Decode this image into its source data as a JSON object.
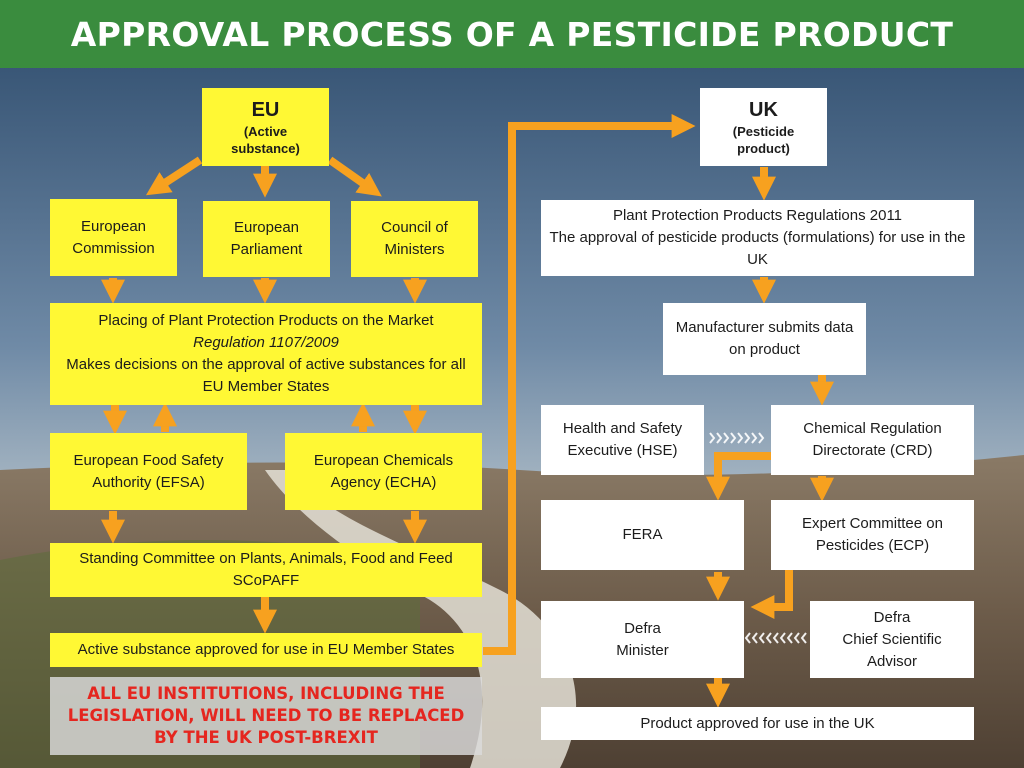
{
  "title": "APPROVAL PROCESS OF A PESTICIDE PRODUCT",
  "eu": {
    "top": {
      "title": "EU",
      "subtitle": "(Active substance)"
    },
    "commission": "European Commission",
    "parliament": "European Parliament",
    "council": "Council of Ministers",
    "regulation": {
      "line1": "Placing of Plant Protection Products on the Market",
      "line2": "Regulation 1107/2009",
      "line3": "Makes decisions on the approval of active substances for all EU Member States"
    },
    "efsa": "European Food Safety Authority (EFSA)",
    "echa": "European Chemicals Agency (ECHA)",
    "scopaff": {
      "line1": "Standing Committee on Plants, Animals, Food and Feed",
      "line2": "SCoPAFF"
    },
    "approved": "Active substance approved for use in EU Member States",
    "warning": "ALL EU INSTITUTIONS, INCLUDING THE LEGISLATION, WILL NEED TO BE REPLACED BY THE UK POST-BREXIT"
  },
  "uk": {
    "top": {
      "title": "UK",
      "subtitle": "(Pesticide product)"
    },
    "regs": {
      "line1": "Plant Protection Products Regulations 2011",
      "line2": "The approval of pesticide products (formulations) for use in the UK"
    },
    "manufacturer": "Manufacturer submits data on product",
    "hse": "Health and Safety Executive (HSE)",
    "crd": "Chemical Regulation Directorate (CRD)",
    "fera": "FERA",
    "ecp": "Expert Committee on Pesticides (ECP)",
    "minister": {
      "line1": "Defra",
      "line2": "Minister"
    },
    "csa": {
      "line1": "Defra",
      "line2": "Chief Scientific Advisor"
    },
    "approved": "Product approved for use in the UK"
  },
  "colors": {
    "header": "#3a8c3e",
    "eu_box": "#fff834",
    "arrow": "#f7a11f",
    "warning_text": "#e5261f"
  }
}
